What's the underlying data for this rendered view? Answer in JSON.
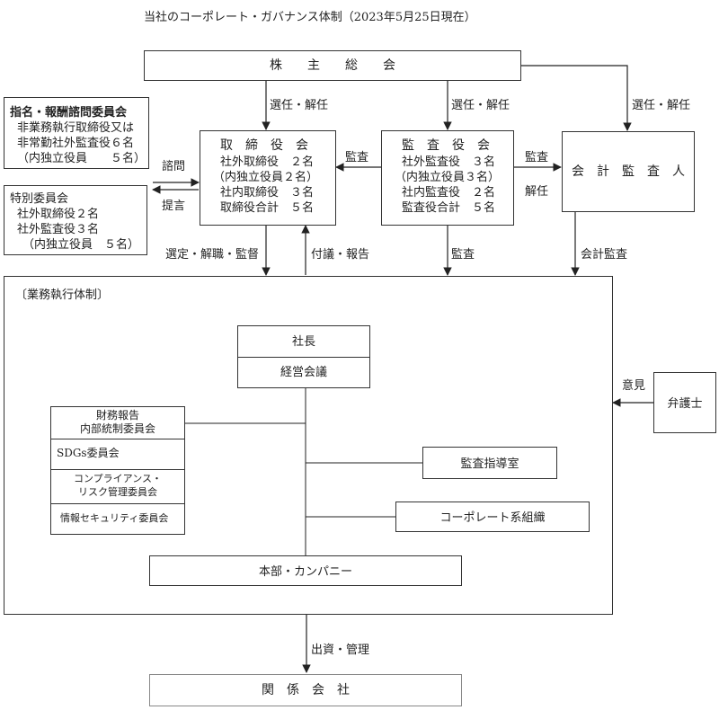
{
  "title": "当社のコーポレート・ガバナンス体制（2023年5月25日現在）",
  "shareholders": "株　　主　　総　　会",
  "nomination_committee": {
    "title": "指名・報酬諮問委員会",
    "lines": [
      "非業務執行取締役又は",
      "非常勤社外監査役６名",
      "（内独立役員　　５名）"
    ]
  },
  "special_committee": {
    "title": "特別委員会",
    "lines": [
      "社外取締役２名",
      "社外監査役３名",
      "（内独立役員　５名）"
    ]
  },
  "board": {
    "title": "取　締　役　会",
    "lines": [
      "社外取締役　２名",
      "（内独立役員２名）",
      "社内取締役　３名",
      "取締役合計　５名"
    ]
  },
  "auditors": {
    "title": "監　査　役　会",
    "lines": [
      "社外監査役　３名",
      "（内独立役員３名）",
      "社内監査役　２名",
      "監査役合計　５名"
    ]
  },
  "accounting_auditor": "会　計　監　査　人",
  "labels": {
    "elect_dismiss_1": "選任・解任",
    "elect_dismiss_2": "選任・解任",
    "elect_dismiss_3": "選任・解任",
    "consult": "諮問",
    "propose": "提言",
    "audit_board": "監査",
    "audit_acct": "監査",
    "dismiss": "解任",
    "select_supervise": "選定・解職・監督",
    "report": "付議・報告",
    "audit_exec": "監査",
    "accounting_audit": "会計監査",
    "opinion": "意見",
    "invest_manage": "出資・管理"
  },
  "exec": {
    "section_label": "〔業務執行体制〕",
    "president": "社長",
    "management_meeting": "経営会議",
    "committees": [
      "財務報告\n内部統制委員会",
      "SDGs委員会",
      "コンプライアンス・\nリスク管理委員会",
      "情報セキュリティ委員会"
    ],
    "audit_office": "監査指導室",
    "corporate_org": "コーポレート系組織",
    "divisions": "本部・カンパニー"
  },
  "lawyer": "弁護士",
  "affiliates": "関　係　会　社"
}
